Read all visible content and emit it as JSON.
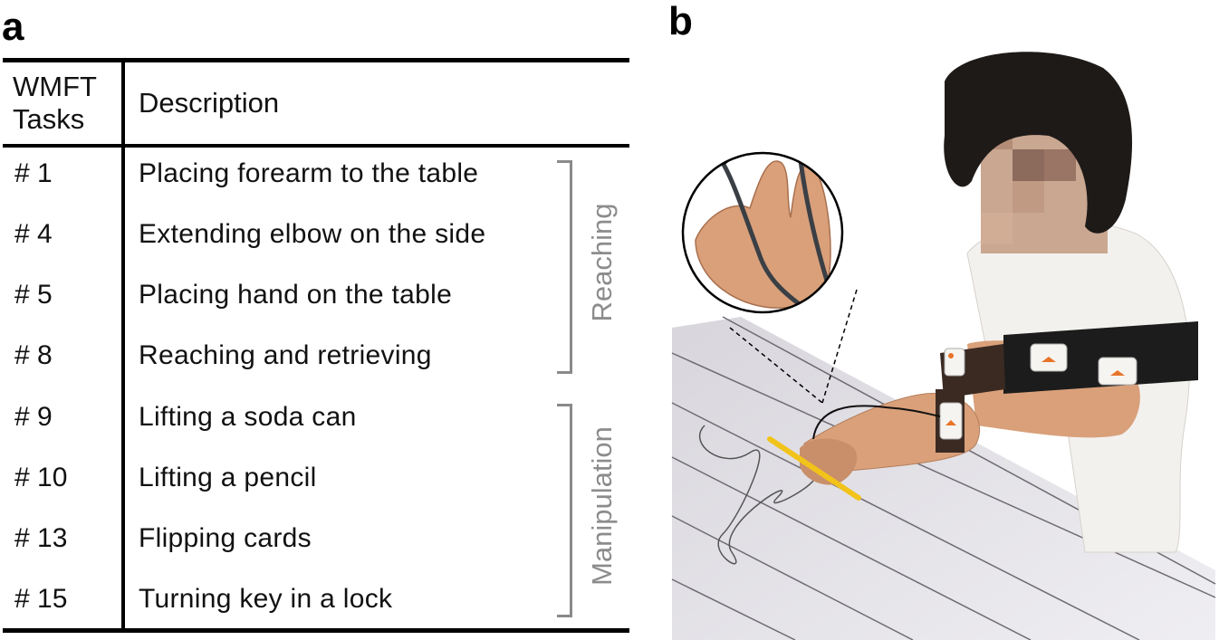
{
  "panels": {
    "a_label": "a",
    "b_label": "b"
  },
  "table": {
    "header_task": "WMFT Tasks",
    "header_description": "Description",
    "rows": [
      {
        "task": "# 1",
        "description": "Placing forearm to the table"
      },
      {
        "task": "# 4",
        "description": "Extending elbow on the side"
      },
      {
        "task": "# 5",
        "description": "Placing hand on the table"
      },
      {
        "task": "# 8",
        "description": "Reaching and retrieving"
      },
      {
        "task": "# 9",
        "description": "Lifting a soda can"
      },
      {
        "task": "# 10",
        "description": "Lifting a pencil"
      },
      {
        "task": "# 13",
        "description": "Flipping cards"
      },
      {
        "task": "# 15",
        "description": "Turning key in a lock"
      }
    ],
    "groups": [
      {
        "label": "Reaching"
      },
      {
        "label": "Manipulation"
      }
    ]
  },
  "colors": {
    "group_label": "#8c8c8c",
    "sensor_orange": "#e8742a",
    "strap": "#3a2a22",
    "pencil": "#f2c31a",
    "skin": "#d9a07a",
    "shirt": "#f3f1ee",
    "table": "#e9e7ec",
    "hair": "#1e1a18"
  }
}
